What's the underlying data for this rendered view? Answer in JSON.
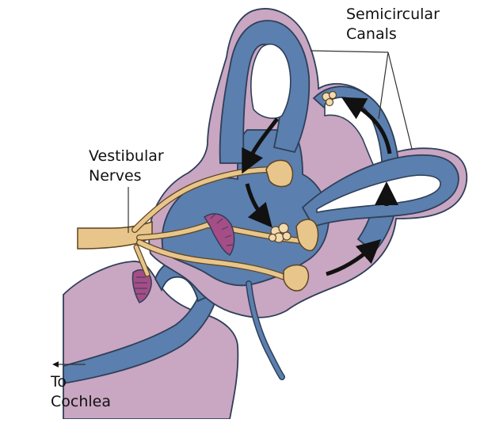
{
  "labels": {
    "semicircular": [
      "Semicircular",
      "Canals"
    ],
    "vestibular": [
      "Vestibular",
      "Nerves"
    ],
    "cochlea": [
      "To",
      "Cochlea"
    ]
  },
  "colors": {
    "background": "#ffffff",
    "outer_membrane": "#c9a6c2",
    "fluid": "#5b7fae",
    "fluid_outline": "#2e3f58",
    "nerve": "#e8c58a",
    "nerve_outline": "#5c4420",
    "hair_cells": "#a54d86",
    "otoconia": "#f2dab0",
    "arrow": "#111111",
    "leader": "#333333"
  }
}
